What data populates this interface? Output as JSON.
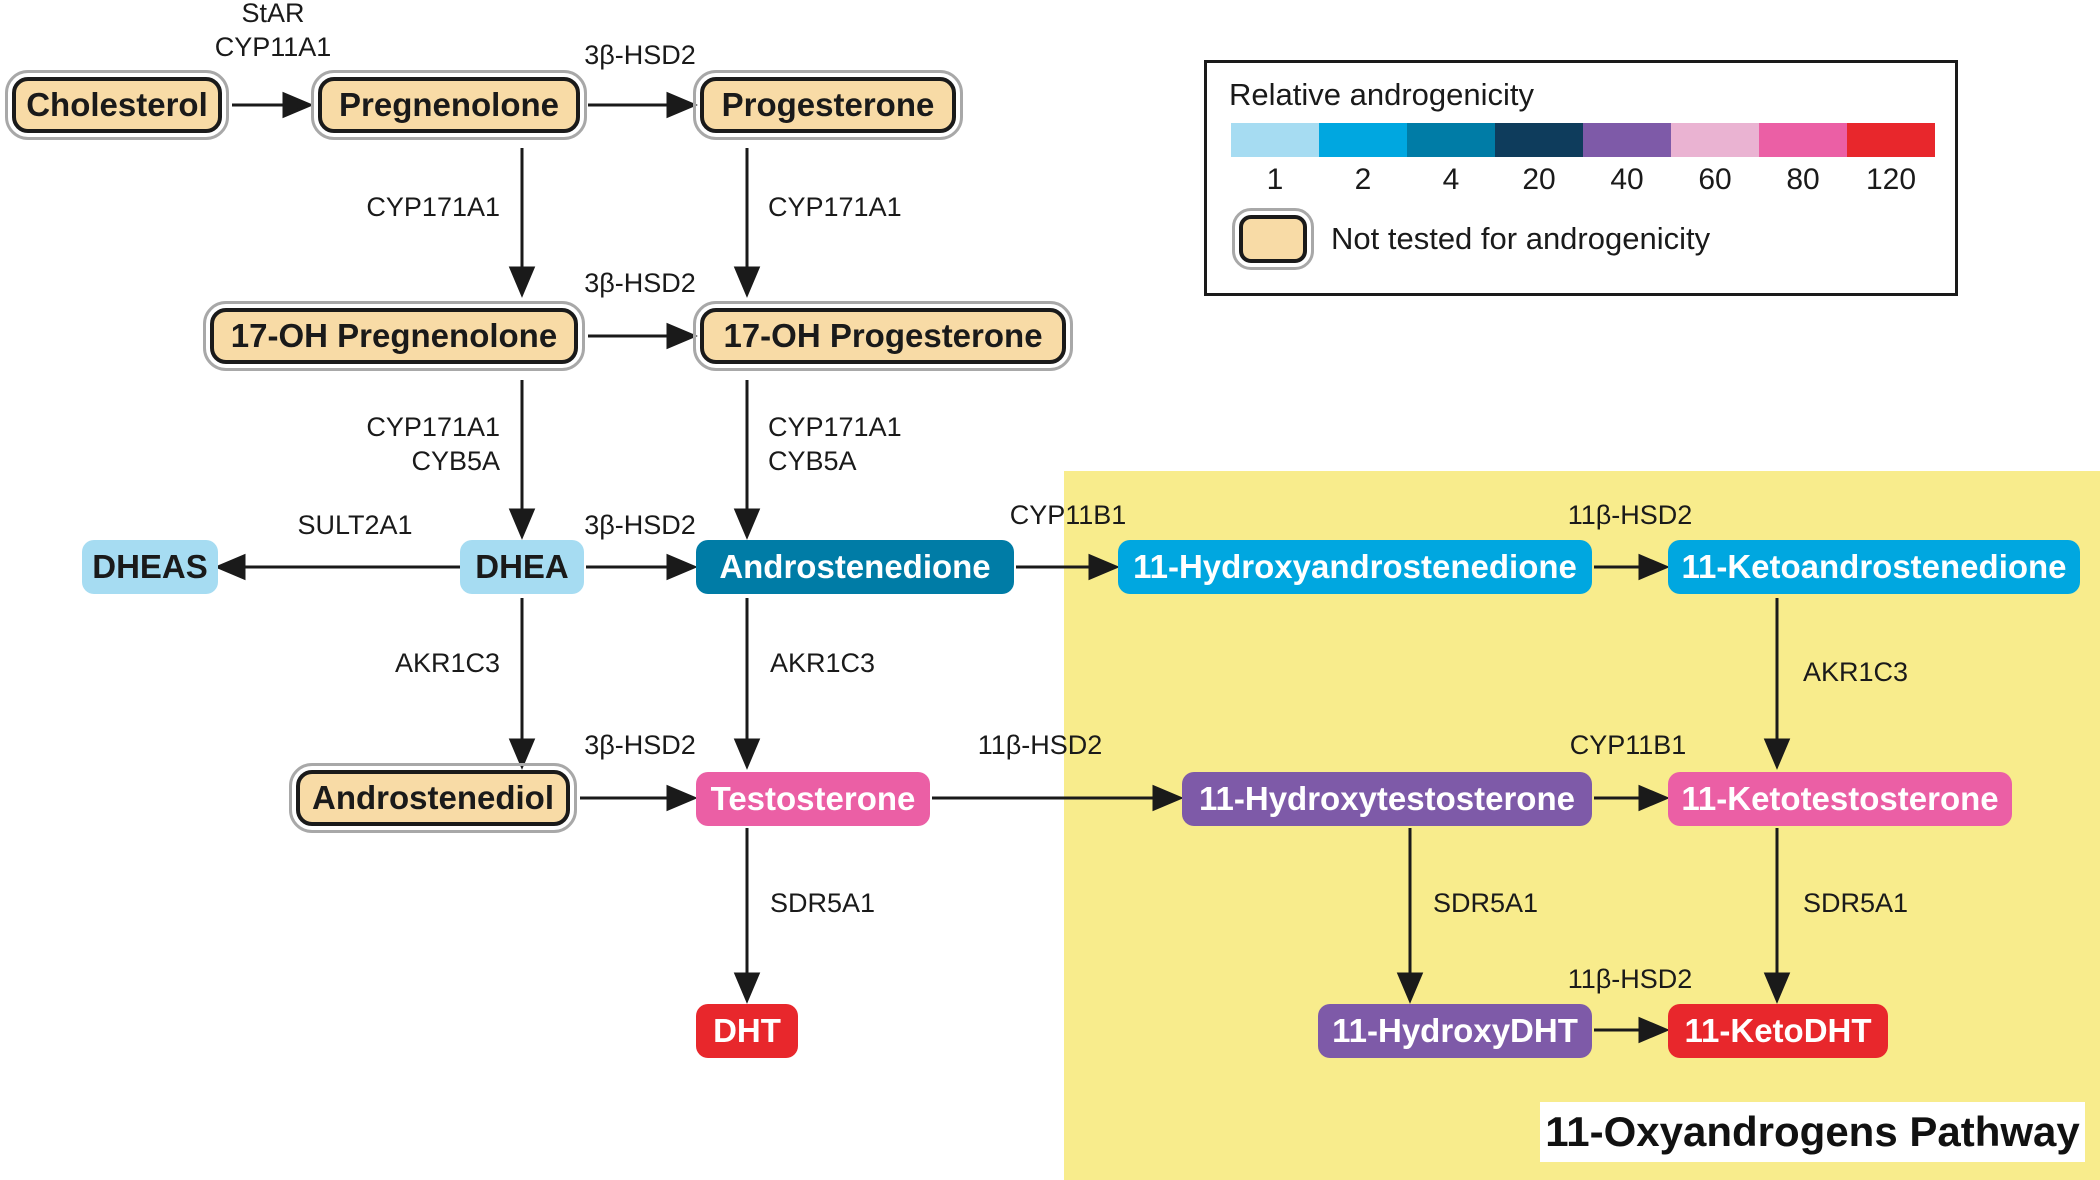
{
  "pathway_region": {
    "title": "11-Oxyandrogens Pathway",
    "bg_color": "#f8ec8c"
  },
  "legend": {
    "title": "Relative androgenicity",
    "scale": [
      {
        "label": "1",
        "color": "#a6dcf2"
      },
      {
        "label": "2",
        "color": "#00a7e0"
      },
      {
        "label": "4",
        "color": "#007ca6"
      },
      {
        "label": "20",
        "color": "#0e3c5c"
      },
      {
        "label": "40",
        "color": "#7e5aa8"
      },
      {
        "label": "60",
        "color": "#eab3d2"
      },
      {
        "label": "80",
        "color": "#eb5fa5"
      },
      {
        "label": "120",
        "color": "#e8272c"
      }
    ],
    "untested_label": "Not tested for androgenicity"
  },
  "nodes": {
    "cholesterol": {
      "label": "Cholesterol",
      "status": "untested"
    },
    "pregnenolone": {
      "label": "Pregnenolone",
      "status": "untested"
    },
    "progesterone": {
      "label": "Progesterone",
      "status": "untested"
    },
    "oh17_pregnenolone": {
      "label": "17-OH Pregnenolone",
      "status": "untested"
    },
    "oh17_progesterone": {
      "label": "17-OH Progesterone",
      "status": "untested"
    },
    "dheas": {
      "label": "DHEAS",
      "color": "#a6dcf2",
      "text_color": "#1a1a1a"
    },
    "dhea": {
      "label": "DHEA",
      "color": "#a6dcf2",
      "text_color": "#1a1a1a"
    },
    "androstenedione": {
      "label": "Androstenedione",
      "color": "#007ca6",
      "text_color": "#ffffff"
    },
    "hydroxyandrostenedione": {
      "label": "11-Hydroxyandrostenedione",
      "color": "#00a7e0",
      "text_color": "#ffffff"
    },
    "ketoandrostenedione": {
      "label": "11-Ketoandrostenedione",
      "color": "#00a7e0",
      "text_color": "#ffffff"
    },
    "androstenediol": {
      "label": "Androstenediol",
      "status": "untested"
    },
    "testosterone": {
      "label": "Testosterone",
      "color": "#eb5fa5",
      "text_color": "#ffffff"
    },
    "hydroxytestosterone": {
      "label": "11-Hydroxytestosterone",
      "color": "#7e5aa8",
      "text_color": "#ffffff"
    },
    "ketotestosterone": {
      "label": "11-Ketotestosterone",
      "color": "#eb5fa5",
      "text_color": "#ffffff"
    },
    "dht": {
      "label": "DHT",
      "color": "#e8272c",
      "text_color": "#ffffff"
    },
    "hydroxydht": {
      "label": "11-HydroxyDHT",
      "color": "#7e5aa8",
      "text_color": "#ffffff"
    },
    "ketodht": {
      "label": "11-KetoDHT",
      "color": "#e8272c",
      "text_color": "#ffffff"
    }
  },
  "enzymes": {
    "star": "StAR",
    "cyp11a1": "CYP11A1",
    "hsd3b2_a": "3β-HSD2",
    "cyp17_a": "CYP171A1",
    "cyp17_b": "CYP171A1",
    "hsd3b2_b": "3β-HSD2",
    "cyp17_c": "CYP171A1",
    "cyb5a_c": "CYB5A",
    "cyp17_d": "CYP171A1",
    "cyb5a_d": "CYB5A",
    "sult2a1": "SULT2A1",
    "hsd3b2_c": "3β-HSD2",
    "cyp11b1_a": "CYP11B1",
    "hsd11b2_a": "11β-HSD2",
    "akr1c3_a": "AKR1C3",
    "akr1c3_b": "AKR1C3",
    "akr1c3_c": "AKR1C3",
    "hsd3b2_d": "3β-HSD2",
    "hsd11b2_b": "11β-HSD2",
    "cyp11b1_b": "CYP11B1",
    "srd5a1_a": "SDR5A1",
    "srd5a1_b": "SDR5A1",
    "srd5a1_c": "SDR5A1",
    "hsd11b2_c": "11β-HSD2"
  }
}
